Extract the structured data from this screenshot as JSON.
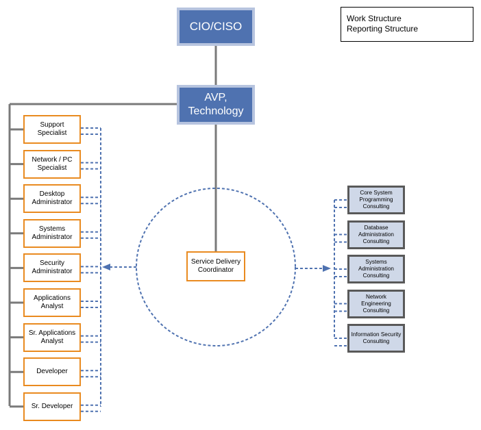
{
  "top_box": {
    "label": "CIO/CISO"
  },
  "avp_box": {
    "label_line1": "AVP,",
    "label_line2": "Technology"
  },
  "coordinator": {
    "label": "Service Delivery Coordinator"
  },
  "left_roles": [
    {
      "label": "Support Specialist"
    },
    {
      "label": "Network / PC Specialist"
    },
    {
      "label": "Desktop Administrator"
    },
    {
      "label": "Systems Administrator"
    },
    {
      "label": "Security Administrator"
    },
    {
      "label": "Applications Analyst"
    },
    {
      "label": "Sr. Applications Analyst"
    },
    {
      "label": "Developer"
    },
    {
      "label": "Sr. Developer"
    }
  ],
  "right_consulting": [
    {
      "label": "Core System Programming Consulting"
    },
    {
      "label": "Database Administration Consulting"
    },
    {
      "label": "Systems Administration Consulting"
    },
    {
      "label": "Network Engineering Consulting"
    },
    {
      "label": "Information Security Consulting"
    }
  ],
  "legend": {
    "work_structure": "Work Structure",
    "reporting_structure": "Reporting Structure"
  },
  "colors": {
    "top_fill": "#4f72b0",
    "top_border": "#b7c4df",
    "orange": "#e98a1f",
    "grey_fill": "#cfd8e8",
    "solid_line": "#7a7a7a",
    "dashed_line": "#4f72b0"
  }
}
